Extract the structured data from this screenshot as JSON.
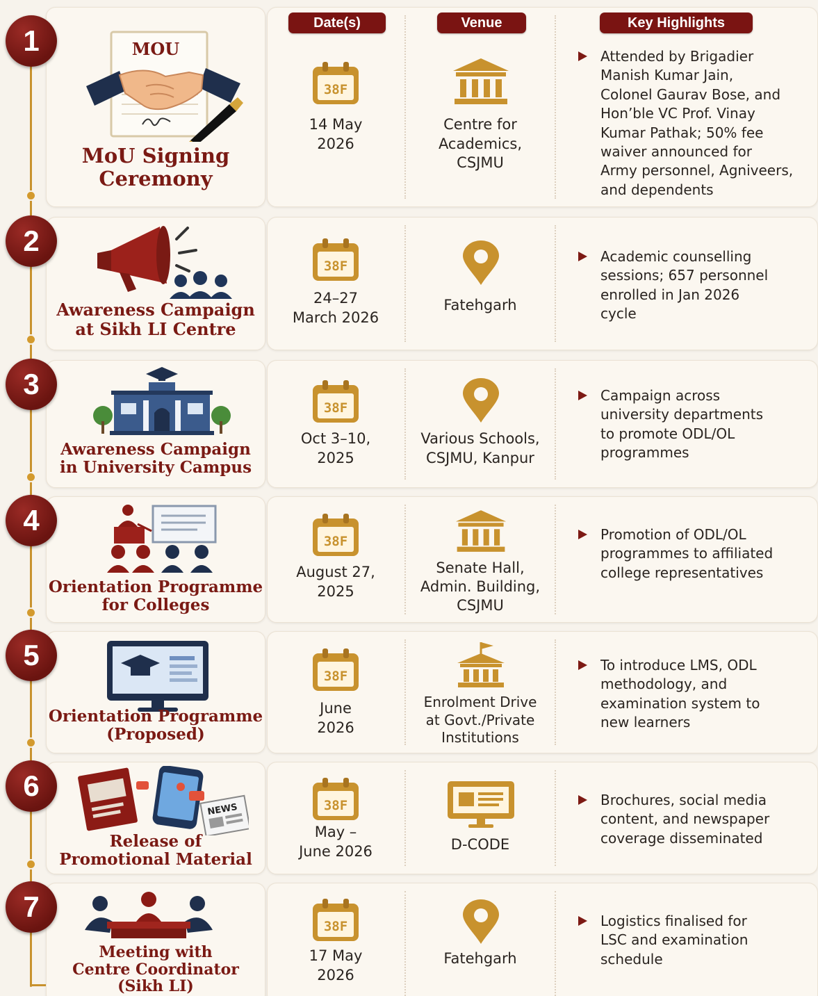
{
  "headers": {
    "date": "Date(s)",
    "venue": "Venue",
    "highlights": "Key Highlights"
  },
  "colors": {
    "maroon": "#7a1a14",
    "gold": "#c8922e",
    "card": "#fbf7f0"
  },
  "rows": [
    {
      "number": "1",
      "icon": "mou-handshake-icon",
      "icon_label": "MOU",
      "title_lines": [
        "MoU Signing",
        "Ceremony"
      ],
      "date_lines": [
        "14 May",
        "2026"
      ],
      "venue_icon": "building-icon",
      "venue_lines": [
        "Centre for",
        "Academics,",
        "CSJMU"
      ],
      "highlight_lines": [
        "Attended by Brigadier",
        "Manish Kumar Jain,",
        "Colonel Gaurav Bose, and",
        "Hon’ble VC Prof. Vinay",
        "Kumar Pathak; 50% fee",
        "waiver announced for",
        "Army personnel, Agniveers,",
        "and dependents"
      ]
    },
    {
      "number": "2",
      "icon": "megaphone-audience-icon",
      "title_lines": [
        "Awareness Campaign",
        "at Sikh LI Centre"
      ],
      "date_lines": [
        "24–27",
        "March 2026"
      ],
      "venue_icon": "location-pin-icon",
      "venue_lines": [
        "Fatehgarh"
      ],
      "highlight_lines": [
        "Academic counselling",
        "sessions; 657 personnel",
        "enrolled in Jan 2026",
        "cycle"
      ]
    },
    {
      "number": "3",
      "icon": "university-building-icon",
      "title_lines": [
        "Awareness Campaign",
        "in University Campus"
      ],
      "date_lines": [
        "Oct 3–10,",
        "2025"
      ],
      "venue_icon": "location-pin-icon",
      "venue_lines": [
        "Various Schools,",
        "CSJMU, Kanpur"
      ],
      "highlight_lines": [
        "Campaign across",
        "university departments",
        "to promote ODL/OL",
        "programmes"
      ]
    },
    {
      "number": "4",
      "icon": "presenter-podium-icon",
      "title_lines": [
        "Orientation Programme",
        "for Colleges"
      ],
      "date_lines": [
        "August 27,",
        "2025"
      ],
      "venue_icon": "building-icon",
      "venue_lines": [
        "Senate Hall,",
        "Admin. Building,",
        "CSJMU"
      ],
      "highlight_lines": [
        "Promotion of ODL/OL",
        "programmes to affiliated",
        "college representatives"
      ]
    },
    {
      "number": "5",
      "icon": "computer-graduation-icon",
      "title_lines": [
        "Orientation Programme",
        "(Proposed)"
      ],
      "date_lines": [
        "June",
        "2026"
      ],
      "venue_icon": "flag-building-icon",
      "venue_lines": [
        "Enrolment Drive",
        "at Govt./Private",
        "Institutions"
      ],
      "highlight_lines": [
        "To introduce LMS, ODL",
        "methodology, and",
        "examination system to",
        "new learners"
      ]
    },
    {
      "number": "6",
      "icon": "promotional-material-icon",
      "icon_label": "NEWS",
      "title_lines": [
        "Release of",
        "Promotional Material"
      ],
      "date_lines": [
        "May –",
        "June 2026"
      ],
      "venue_icon": "monitor-icon",
      "venue_lines": [
        "D-CODE"
      ],
      "highlight_lines": [
        "Brochures, social media",
        "content, and newspaper",
        "coverage disseminated"
      ]
    },
    {
      "number": "7",
      "icon": "meeting-table-icon",
      "title_lines": [
        "Meeting with",
        "Centre Coordinator",
        "(Sikh LI)"
      ],
      "date_lines": [
        "17 May",
        "2026"
      ],
      "venue_icon": "location-pin-icon",
      "venue_lines": [
        "Fatehgarh"
      ],
      "highlight_lines": [
        "Logistics finalised for",
        "LSC and examination",
        "schedule"
      ]
    }
  ]
}
